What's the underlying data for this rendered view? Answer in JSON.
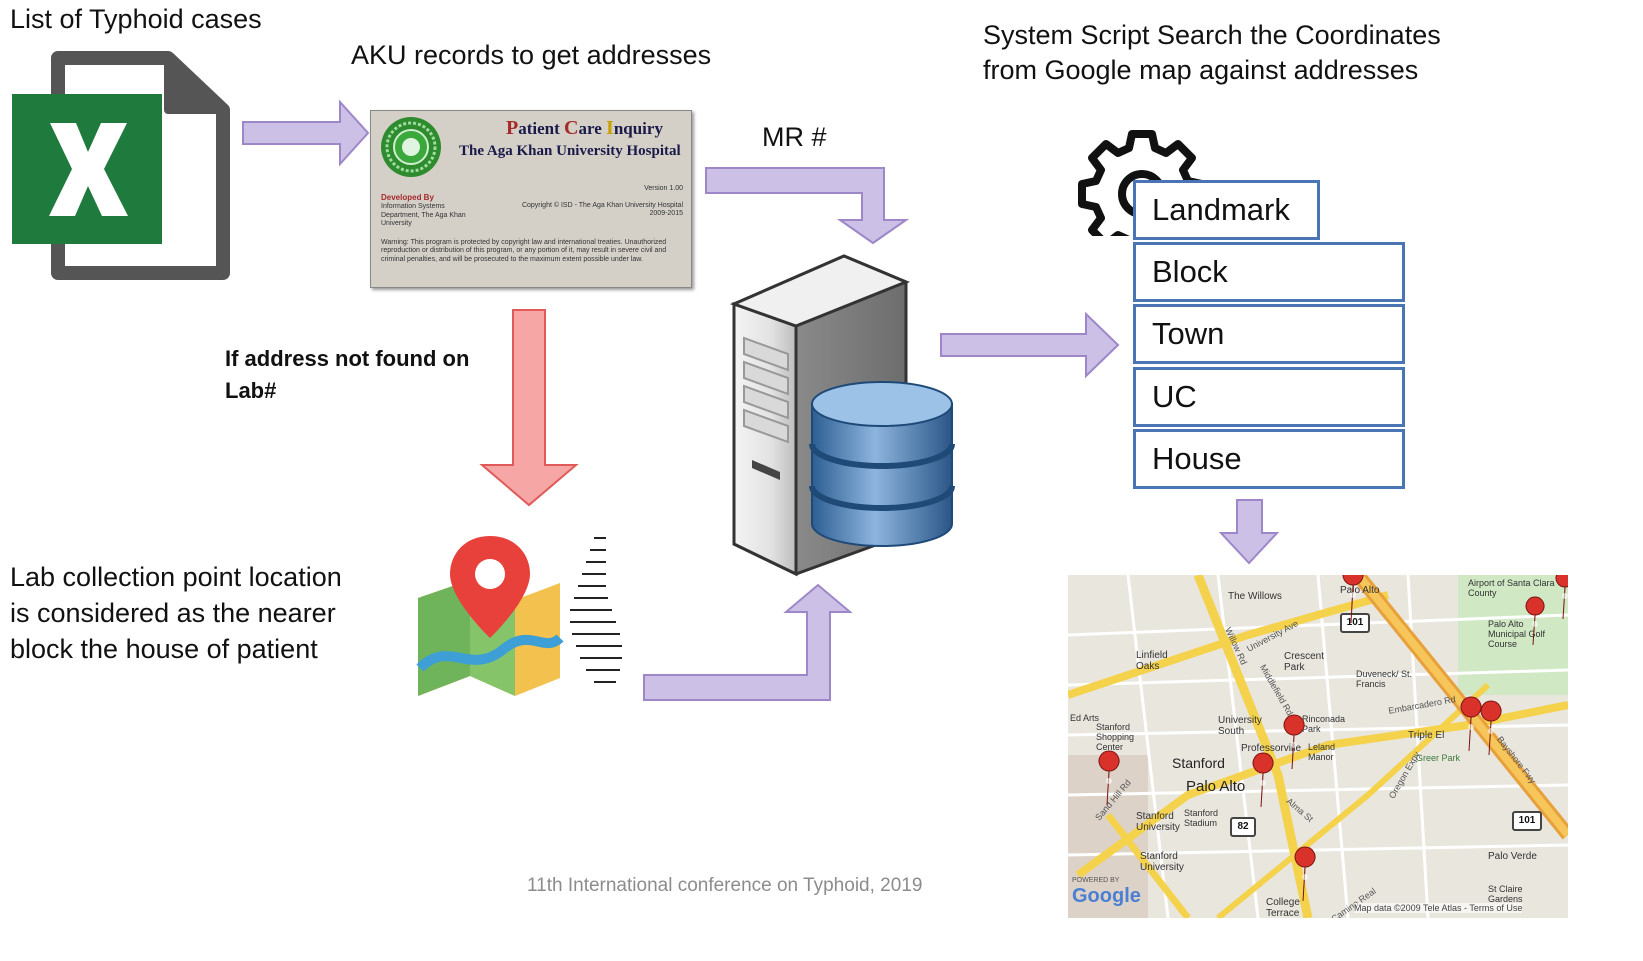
{
  "labels": {
    "typhoid_list": "List of Typhoid cases",
    "aku_records": "AKU records to get addresses",
    "system_script": "System Script Search the Coordinates\nfrom Google map against addresses",
    "mr_number": "MR #",
    "not_found": "If address not found on\nLab#",
    "lab_collection": "Lab collection point location\nis considered as the nearer\nblock the house of patient",
    "footer": "11th International conference on Typhoid, 2019"
  },
  "patient_care_inquiry": {
    "p": "P",
    "atient": "atient ",
    "c": "C",
    "are": "are ",
    "i": "I",
    "nquiry": "nquiry",
    "hospital": "The Aga Khan University Hospital",
    "developed_by": "Developed By",
    "developer": "Information Systems Department, The Aga Khan University",
    "version": "Version 1.00",
    "copyright": "Copyright © ISD - The Aga Khan University Hospital 2009-2015",
    "warning": "Warning: This program is protected by copyright law and international treaties. Unauthorized reproduction or distribution of this program, or any portion of it, may result in severe civil and criminal penalties, and will be prosecuted to the maximum extent possible under law."
  },
  "address_fields": [
    "Landmark",
    "Block",
    "Town",
    "UC",
    "House"
  ],
  "map": {
    "places": [
      "The Willows",
      "Palo Alto",
      "Airport of Santa Clara County",
      "Palo Alto Municipal Golf Course",
      "Linfield Oaks",
      "Crescent Park",
      "Duveneck/ St. Francis",
      "University South",
      "Rinconada Park",
      "Professorville",
      "Leland Manor",
      "Triple El",
      "Greer Park",
      "Stanford",
      "Palo Alto",
      "Stanford Shopping Center",
      "Stanford University",
      "Stanford Stadium",
      "Stanford University",
      "College Terrace",
      "Palo Verde",
      "St Claire Gardens",
      "Ed Arts"
    ],
    "roads": [
      "Willow Rd",
      "University Ave",
      "Middlefield Rd",
      "Embarcadero Rd",
      "Bayshore Fwy",
      "Sand Hill Rd",
      "El Camino Real",
      "Oregon Expy",
      "Alma St"
    ],
    "shields": [
      "101",
      "82",
      "101"
    ],
    "brand": "Google",
    "powered_by": "POWERED BY",
    "copyright": "Map data ©2009 Tele Atlas - Terms of Use"
  },
  "colors": {
    "arrow_purple_fill": "#ccc0e6",
    "arrow_purple_stroke": "#9d87c9",
    "arrow_red_fill": "#f7a6a6",
    "arrow_red_stroke": "#e05a5a",
    "address_box_border": "#4a75b5",
    "excel_green": "#1f7a3d"
  }
}
